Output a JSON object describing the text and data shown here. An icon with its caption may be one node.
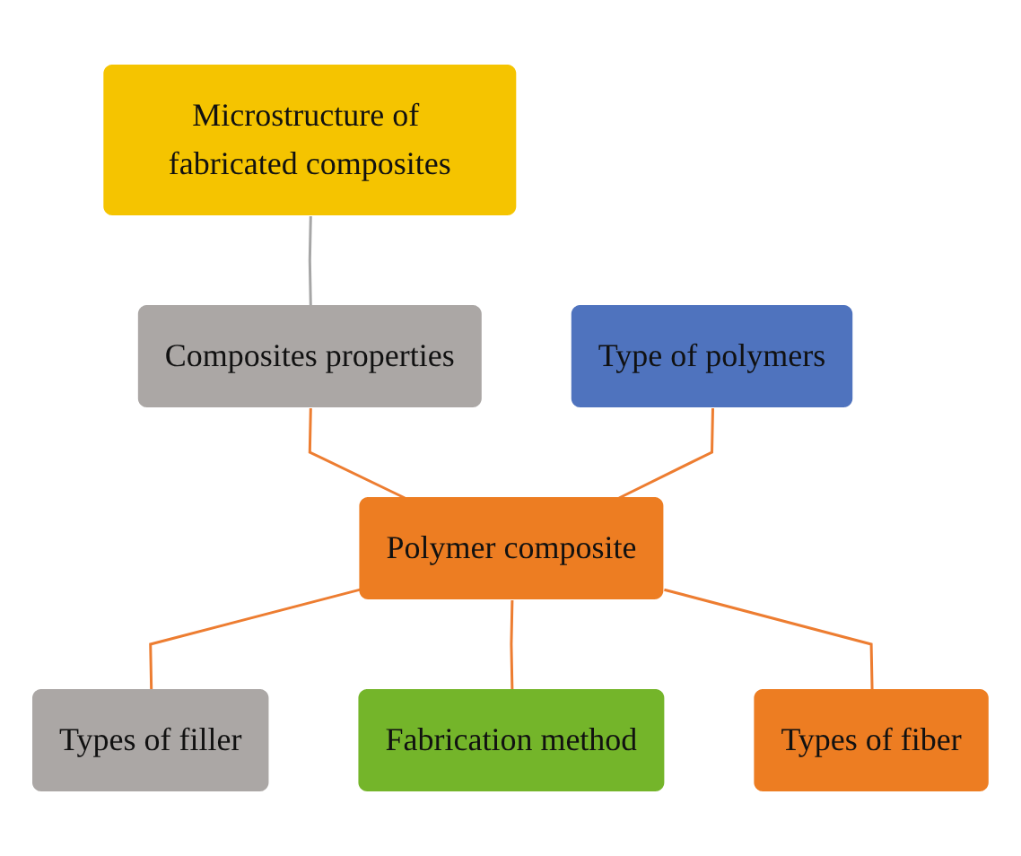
{
  "diagram": {
    "nodes": [
      {
        "text": [
          "Microstructure of fabricated composites"
        ]
      },
      {
        "text": [
          "Composites properties"
        ]
      },
      {
        "text": [
          "Type of polymers"
        ]
      },
      {
        "text": [
          "Polymer composite"
        ]
      },
      {
        "text": [
          "Types of filler"
        ]
      },
      {
        "text": [
          "Fabrication method"
        ]
      },
      {
        "text": [
          "Types of fiber"
        ]
      }
    ],
    "edges": [
      {
        "from": 0,
        "to": 1,
        "arrow": "none",
        "color": "#a6a6a6"
      },
      {
        "from": 1,
        "to": 3,
        "arrow": "none"
      },
      {
        "from": 2,
        "to": 3,
        "arrow": "none"
      },
      {
        "from": 3,
        "to": 4,
        "arrow": "none"
      },
      {
        "from": 3,
        "to": 5,
        "arrow": "none"
      },
      {
        "from": 3,
        "to": 6,
        "arrow": "none"
      }
    ]
  }
}
